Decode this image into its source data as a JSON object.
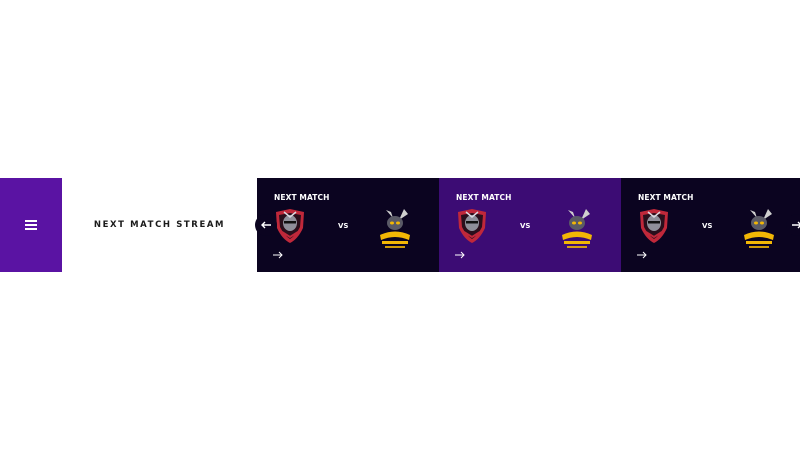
{
  "header": {
    "menu_icon": "hamburger-icon",
    "title": "NEXT MATCH STREAM"
  },
  "cards": [
    {
      "title": "NEXT MATCH",
      "vs": "VS",
      "team_a_icon": "knight-shield-logo-icon",
      "team_b_icon": "hornet-gaming-logo-icon",
      "state": "default"
    },
    {
      "title": "NEXT MATCH",
      "vs": "VS",
      "team_a_icon": "knight-shield-logo-icon",
      "team_b_icon": "hornet-gaming-logo-icon",
      "state": "active"
    },
    {
      "title": "NEXT MATCH",
      "vs": "VS",
      "team_a_icon": "knight-shield-logo-icon",
      "team_b_icon": "hornet-gaming-logo-icon",
      "state": "default"
    }
  ],
  "nav": {
    "prev_icon": "arrow-left-icon",
    "next_icon": "arrow-right-icon"
  },
  "colors": {
    "menu_bg": "#5a13a3",
    "card_dark": "#0b0420",
    "card_active": "#3c0c74",
    "accent_red": "#c0283a",
    "accent_gold": "#f2b705"
  }
}
